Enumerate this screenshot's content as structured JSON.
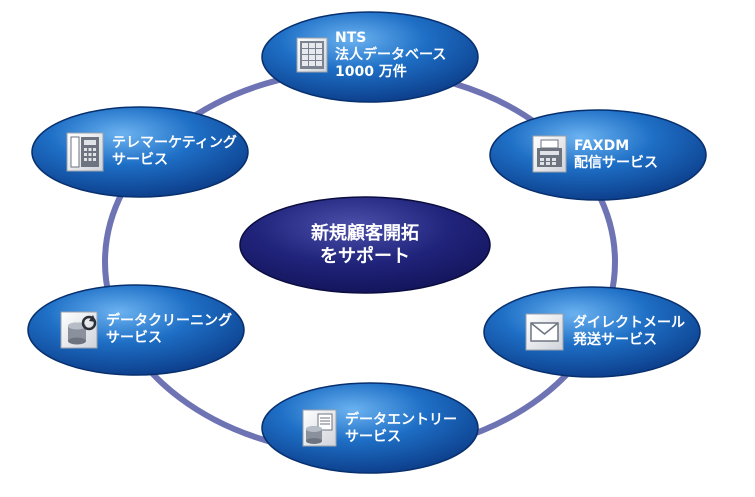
{
  "center": {
    "line1": "新規顧客開拓",
    "line2": "をサポート"
  },
  "nodes": [
    {
      "id": "nts-database",
      "icon": "database-grid-icon",
      "lines": [
        "NTS",
        "法人データベース",
        "1000 万件"
      ]
    },
    {
      "id": "fax-dm",
      "icon": "fax-machine-icon",
      "lines": [
        "FAXDM",
        "配信サービス"
      ]
    },
    {
      "id": "direct-mail",
      "icon": "envelope-icon",
      "lines": [
        "ダイレクトメール",
        "発送サービス"
      ]
    },
    {
      "id": "data-entry",
      "icon": "data-entry-icon",
      "lines": [
        "データエントリー",
        "サービス"
      ]
    },
    {
      "id": "data-cleaning",
      "icon": "refresh-database-icon",
      "lines": [
        "データクリーニング",
        "サービス"
      ]
    },
    {
      "id": "telemarketing",
      "icon": "telephone-icon",
      "lines": [
        "テレマーケティング",
        "サービス"
      ]
    }
  ],
  "colors": {
    "ring": "#6e73b4",
    "node_fill": "#1762b8",
    "node_highlight": "#5ea6e8",
    "node_shadow": "#0a2f72",
    "center_fill": "#17186a",
    "center_highlight": "#4a4fa8"
  }
}
